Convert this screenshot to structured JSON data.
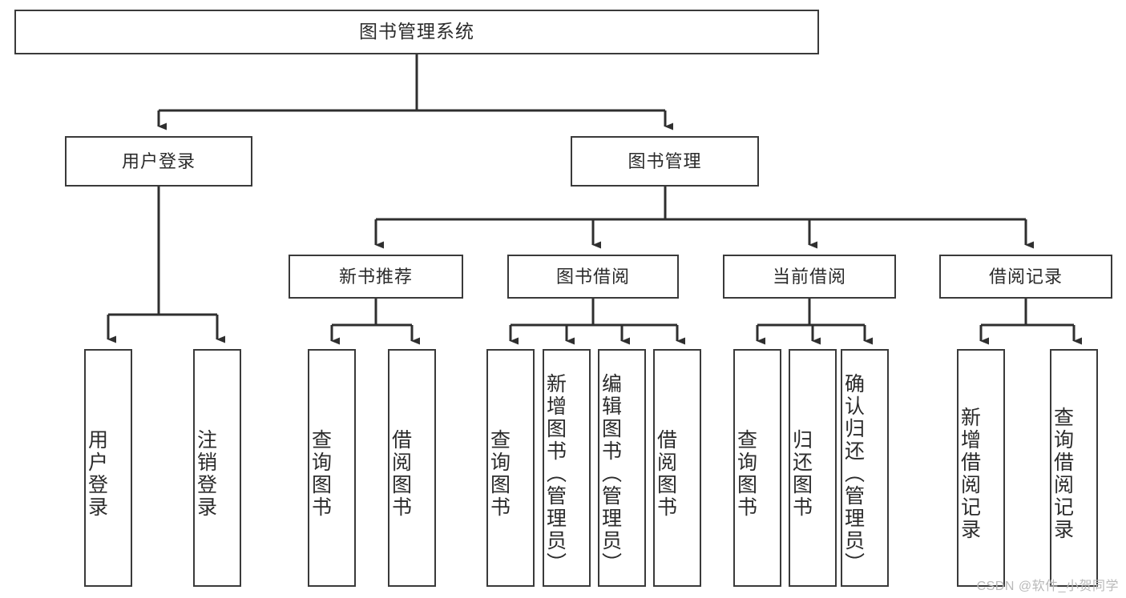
{
  "diagram": {
    "type": "tree",
    "title": "图书管理系统",
    "root": {
      "label": "图书管理系统"
    },
    "level1": [
      {
        "label": "用户登录"
      },
      {
        "label": "图书管理"
      }
    ],
    "level2": [
      {
        "label": "新书推荐"
      },
      {
        "label": "图书借阅"
      },
      {
        "label": "当前借阅"
      },
      {
        "label": "借阅记录"
      }
    ],
    "leaves": {
      "user_login": [
        {
          "label": "用户登录"
        },
        {
          "label": "注销登录"
        }
      ],
      "new_book_recommend": [
        {
          "label": "查询图书"
        },
        {
          "label": "借阅图书"
        }
      ],
      "book_borrow": [
        {
          "label": "查询图书"
        },
        {
          "label": "新增图书（管理员）"
        },
        {
          "label": "编辑图书（管理员）"
        },
        {
          "label": "借阅图书"
        }
      ],
      "current_borrow": [
        {
          "label": "查询图书"
        },
        {
          "label": "归还图书"
        },
        {
          "label": "确认归还（管理员）"
        }
      ],
      "borrow_record": [
        {
          "label": "新增借阅记录"
        },
        {
          "label": "查询借阅记录"
        }
      ]
    }
  },
  "watermark": {
    "text": "CSDN @软件_小贺同学"
  },
  "colors": {
    "border": "#3a3a3a",
    "text": "#2b2b2b",
    "background": "#ffffff",
    "watermark": "#b9b9b9"
  }
}
